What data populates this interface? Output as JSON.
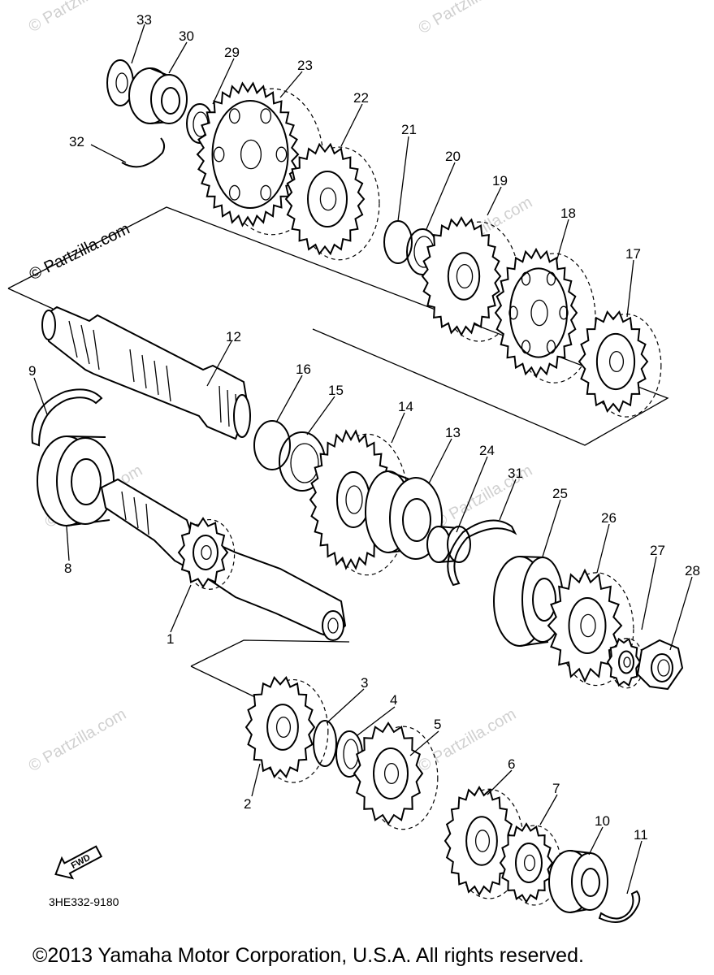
{
  "diagram": {
    "watermark_text": "© Partzilla.com",
    "part_code": "3HE332-9180",
    "fwd_label": "FWD",
    "copyright": "©2013 Yamaha Motor Corporation, U.S.A. All rights reserved.",
    "callouts": [
      "1",
      "2",
      "3",
      "4",
      "5",
      "6",
      "7",
      "8",
      "9",
      "10",
      "11",
      "12",
      "13",
      "14",
      "15",
      "16",
      "17",
      "18",
      "19",
      "20",
      "21",
      "22",
      "23",
      "24",
      "25",
      "26",
      "27",
      "28",
      "29",
      "30",
      "31",
      "32",
      "33"
    ]
  }
}
